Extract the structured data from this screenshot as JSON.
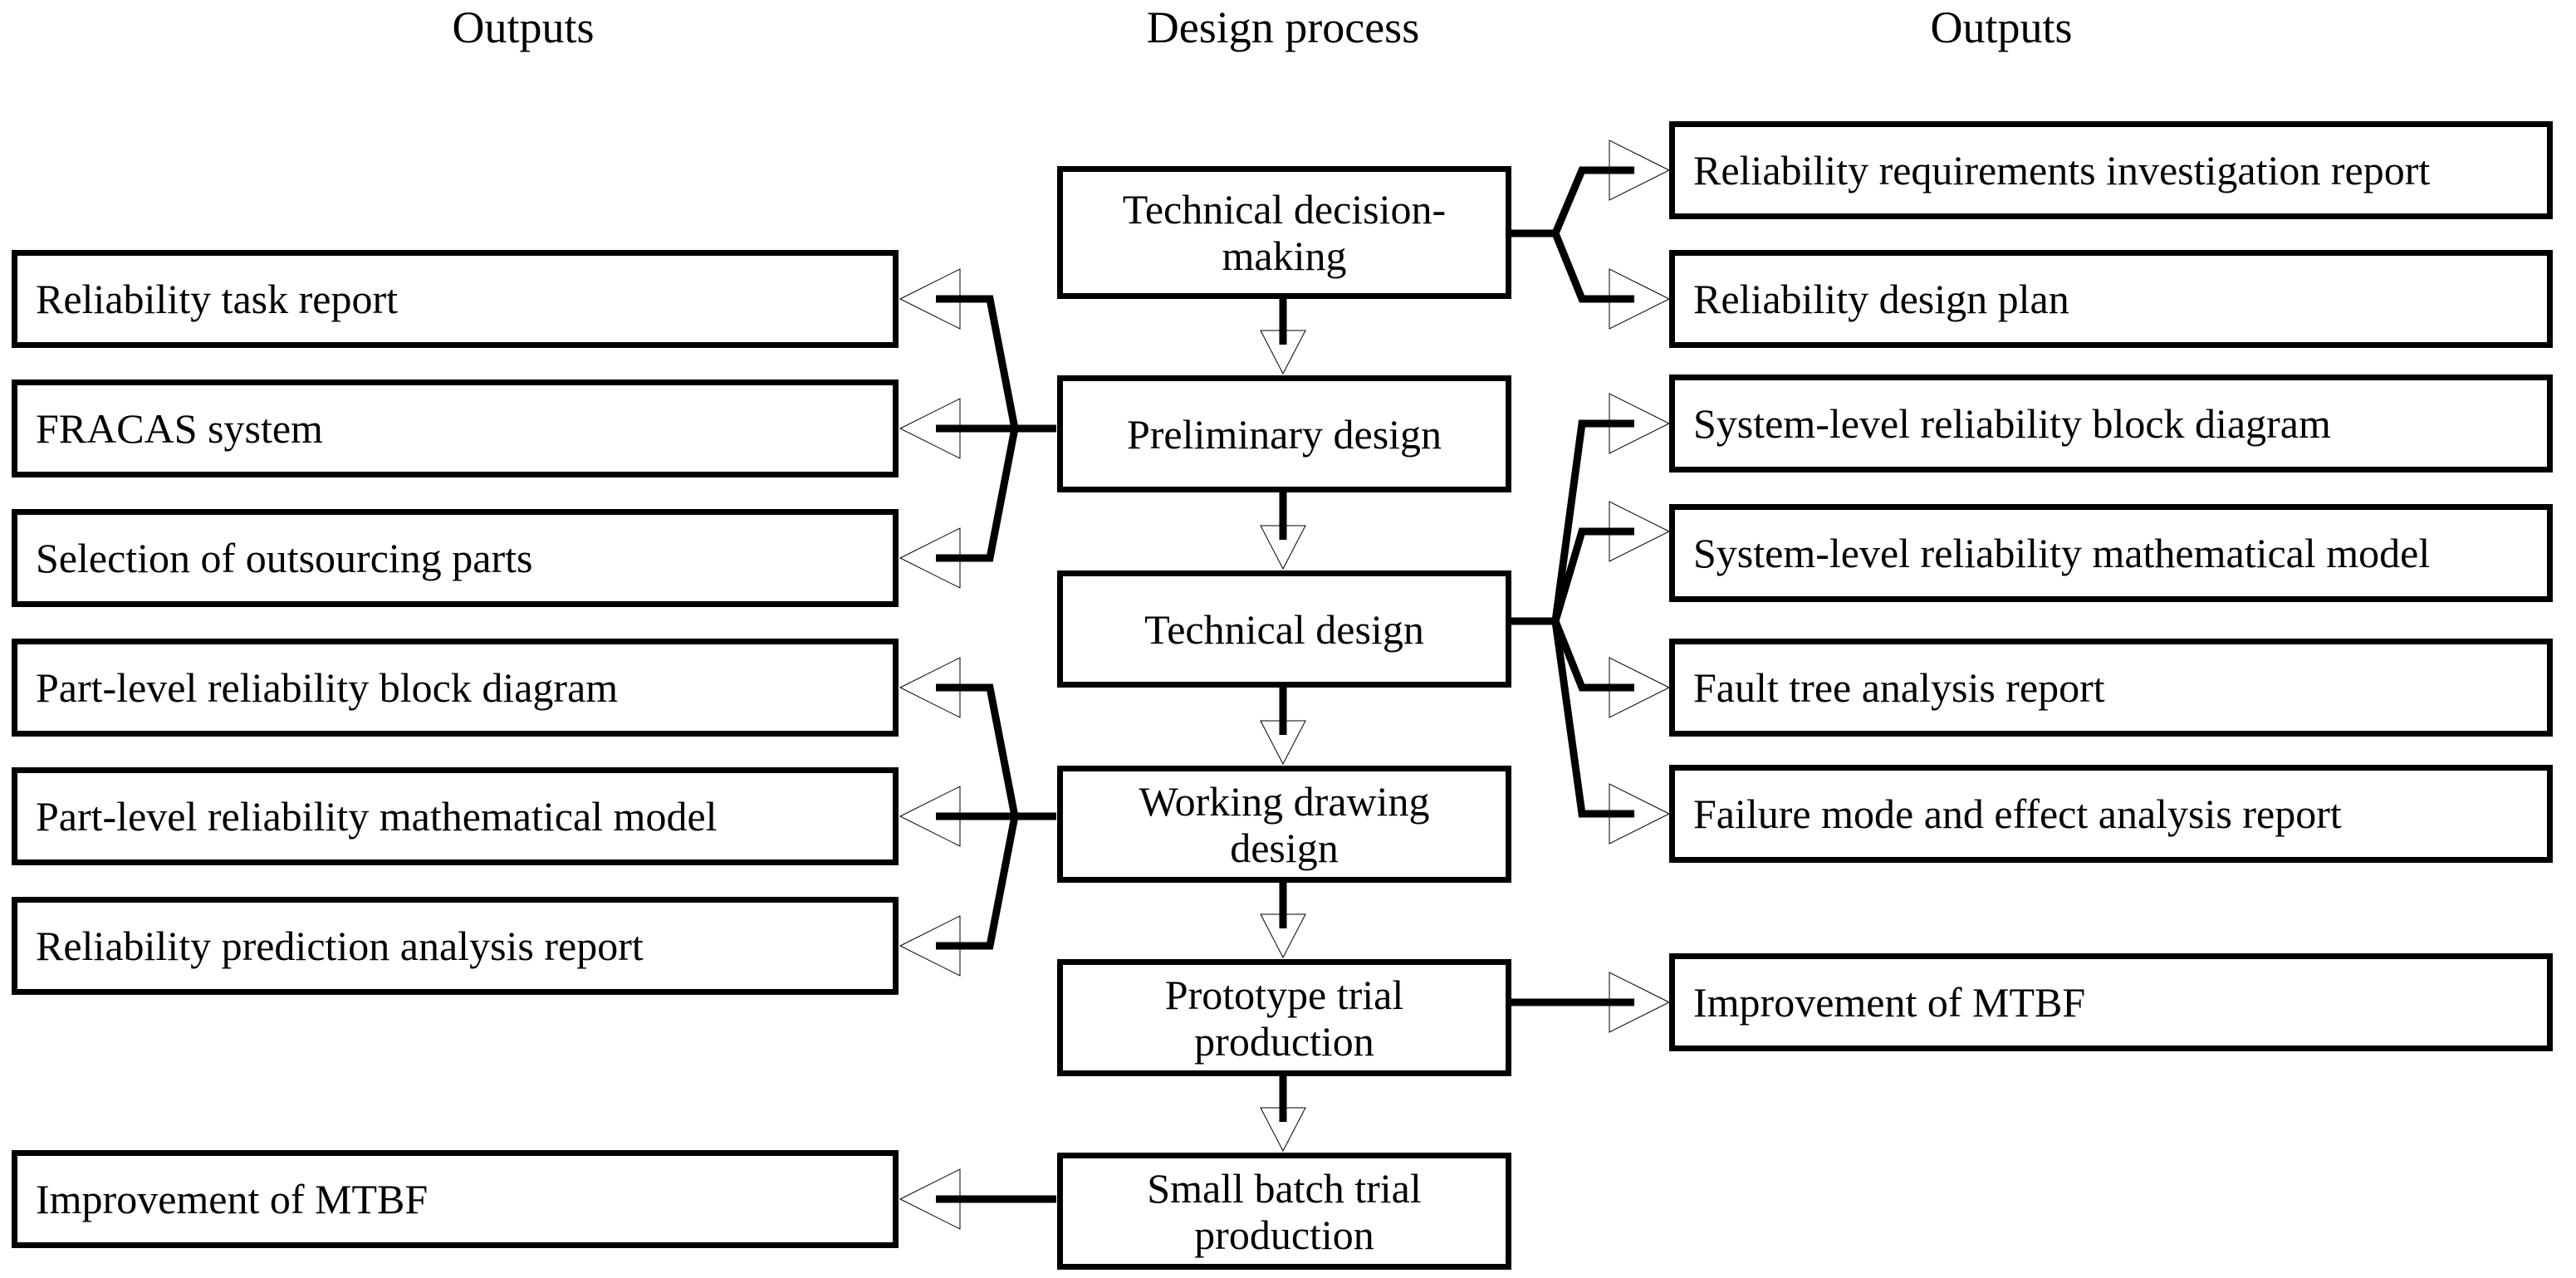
{
  "diagram": {
    "type": "flowchart",
    "orientation": "vertical-center-spine-with-lateral-outputs",
    "headings": {
      "left": "Outputs",
      "center": "Design process",
      "right": "Outputs"
    },
    "process_steps": [
      {
        "id": "technical-decision-making",
        "label": "Technical decision-\nmaking"
      },
      {
        "id": "preliminary-design",
        "label": "Preliminary design"
      },
      {
        "id": "technical-design",
        "label": "Technical design"
      },
      {
        "id": "working-drawing-design",
        "label": "Working drawing\ndesign"
      },
      {
        "id": "prototype-trial-production",
        "label": "Prototype trial\nproduction"
      },
      {
        "id": "small-batch-trial-production",
        "label": "Small batch trial\nproduction"
      }
    ],
    "left_outputs": [
      {
        "id": "reliability-task-report",
        "label": "Reliability task report"
      },
      {
        "id": "fracas-system",
        "label": "FRACAS system"
      },
      {
        "id": "selection-of-outsourcing-parts",
        "label": "Selection of outsourcing parts"
      },
      {
        "id": "part-level-reliability-block-diagram",
        "label": "Part-level reliability block diagram"
      },
      {
        "id": "part-level-reliability-math-model",
        "label": "Part-level reliability mathematical model"
      },
      {
        "id": "reliability-prediction-analysis-report",
        "label": "Reliability  prediction analysis report"
      },
      {
        "id": "improvement-of-mtbf-left",
        "label": "Improvement of MTBF"
      }
    ],
    "right_outputs": [
      {
        "id": "reliability-requirements-investigation-report",
        "label": "Reliability requirements investigation report"
      },
      {
        "id": "reliability-design-plan",
        "label": "Reliability  design plan"
      },
      {
        "id": "system-level-reliability-block-diagram",
        "label": "System-level reliability block diagram"
      },
      {
        "id": "system-level-reliability-math-model",
        "label": "System-level reliability mathematical model"
      },
      {
        "id": "fault-tree-analysis-report",
        "label": "Fault tree analysis report"
      },
      {
        "id": "failure-mode-and-effect-analysis-report",
        "label": "Failure mode and effect analysis report"
      },
      {
        "id": "improvement-of-mtbf-right",
        "label": "Improvement of MTBF"
      }
    ],
    "connections": {
      "spine": [
        {
          "from": "technical-decision-making",
          "to": "preliminary-design"
        },
        {
          "from": "preliminary-design",
          "to": "technical-design"
        },
        {
          "from": "technical-design",
          "to": "working-drawing-design"
        },
        {
          "from": "working-drawing-design",
          "to": "prototype-trial-production"
        },
        {
          "from": "prototype-trial-production",
          "to": "small-batch-trial-production"
        }
      ],
      "to_right": [
        {
          "from": "technical-decision-making",
          "to": [
            "reliability-requirements-investigation-report",
            "reliability-design-plan"
          ]
        },
        {
          "from": "technical-design",
          "to": [
            "system-level-reliability-block-diagram",
            "system-level-reliability-math-model",
            "fault-tree-analysis-report",
            "failure-mode-and-effect-analysis-report"
          ]
        },
        {
          "from": "prototype-trial-production",
          "to": [
            "improvement-of-mtbf-right"
          ]
        }
      ],
      "to_left": [
        {
          "from": "preliminary-design",
          "to": [
            "reliability-task-report",
            "fracas-system",
            "selection-of-outsourcing-parts"
          ]
        },
        {
          "from": "working-drawing-design",
          "to": [
            "part-level-reliability-block-diagram",
            "part-level-reliability-math-model",
            "reliability-prediction-analysis-report"
          ]
        },
        {
          "from": "small-batch-trial-production",
          "to": [
            "improvement-of-mtbf-left"
          ]
        }
      ]
    },
    "colors": {
      "stroke": "#000000",
      "fill": "#ffffff",
      "text": "#000000"
    }
  }
}
